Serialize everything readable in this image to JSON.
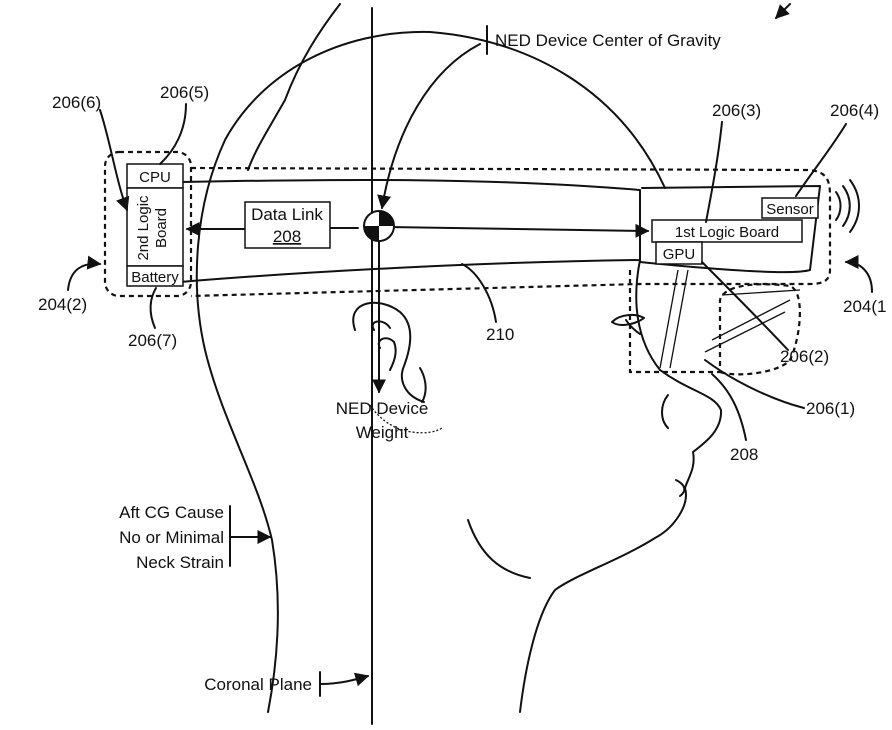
{
  "labels": {
    "cog_title": "NED Device Center of Gravity",
    "weight_line1": "NED Device",
    "weight_line2": "Weight",
    "aft_line1": "Aft CG Cause",
    "aft_line2": "No or Minimal",
    "aft_line3": "Neck Strain",
    "coronal_plane": "Coronal Plane",
    "data_link": "Data Link",
    "data_link_ref": "208",
    "cpu": "CPU",
    "second_logic_board_line1": "2nd Logic",
    "second_logic_board_line2": "Board",
    "battery": "Battery",
    "sensor": "Sensor",
    "first_logic_board": "1st Logic Board",
    "gpu": "GPU"
  },
  "refs": {
    "r206_6": "206(6)",
    "r206_5": "206(5)",
    "r206_3": "206(3)",
    "r206_4": "206(4)",
    "r204_2": "204(2)",
    "r204_1": "204(1",
    "r206_7": "206(7)",
    "r210": "210",
    "r206_2": "206(2)",
    "r206_1": "206(1)",
    "r208": "208"
  },
  "icons": [
    "center-of-gravity-icon",
    "sound-wave-icon"
  ]
}
